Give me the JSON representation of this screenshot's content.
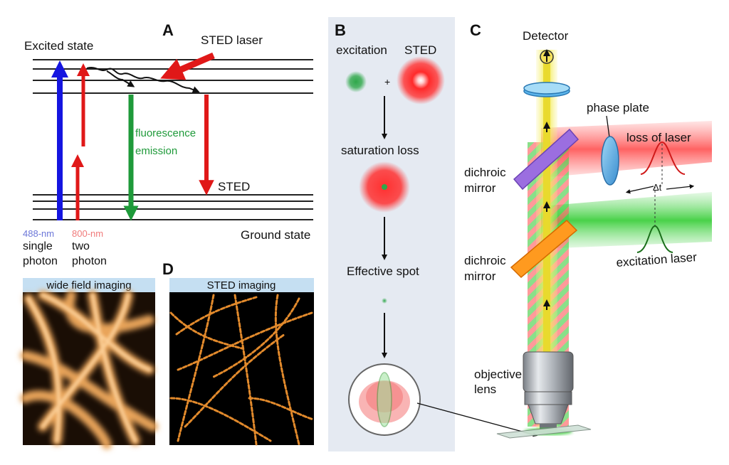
{
  "panel_a": {
    "letter": "A",
    "excited_state": "Excited state",
    "sted_laser": "STED laser",
    "fluorescence_line1": "fluorescence",
    "fluorescence_line2": "emission",
    "sted_label": "STED",
    "ground_state": "Ground state",
    "nm_488": "488-nm",
    "nm_800": "800-nm",
    "single_line1": "single",
    "single_line2": "photon",
    "two_line1": "two",
    "two_line2": "photon",
    "colors": {
      "excitation_488": "#1515e0",
      "two_photon_800": "#e01818",
      "fluorescence": "#1f9a3a",
      "sted_arrow": "#e01818",
      "fluor_text": "#1f9a3a"
    }
  },
  "panel_b": {
    "letter": "B",
    "excitation": "excitation",
    "sted": "STED",
    "plus": "+",
    "saturation_loss": "saturation loss",
    "effective_spot": "Effective spot"
  },
  "panel_c": {
    "letter": "C",
    "detector": "Detector",
    "phase_plate": "phase plate",
    "loss_of_laser": "loss of laser",
    "delta_t": "Δt",
    "dichroic_1_line1": "dichroic",
    "dichroic_1_line2": "mirror",
    "dichroic_2_line1": "dichroic",
    "dichroic_2_line2": "mirror",
    "excitation_laser": "excitation laser",
    "objective_line1": "objective",
    "objective_line2": "lens"
  },
  "panel_d": {
    "letter": "D",
    "wide_field": "wide field imaging",
    "sted_imaging": "STED imaging"
  }
}
